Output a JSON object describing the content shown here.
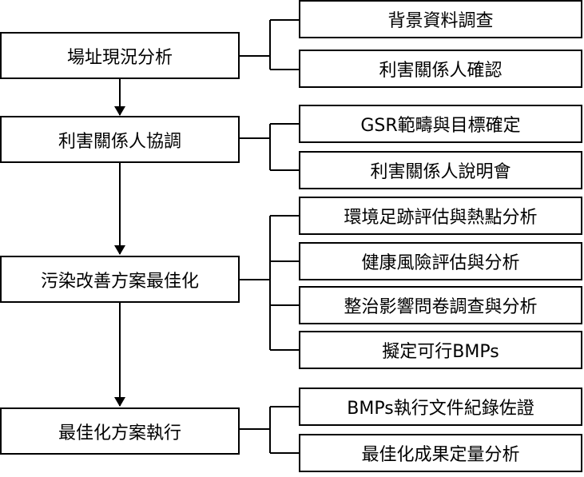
{
  "main_steps": [
    {
      "label": "場址現況分析"
    },
    {
      "label": "利害關係人協調"
    },
    {
      "label": "污染改善方案最佳化"
    },
    {
      "label": "最佳化方案執行"
    }
  ],
  "sub_steps": [
    {
      "label": "背景資料調查"
    },
    {
      "label": "利害關係人確認"
    },
    {
      "label": "GSR範疇與目標確定"
    },
    {
      "label": "利害關係人說明會"
    },
    {
      "label": "環境足跡評估與熱點分析"
    },
    {
      "label": "健康風險評估與分析"
    },
    {
      "label": "整治影響問卷調查與分析"
    },
    {
      "label": "擬定可行BMPs"
    },
    {
      "label": "BMPs執行文件紀錄佐證"
    },
    {
      "label": "最佳化成果定量分析"
    }
  ]
}
